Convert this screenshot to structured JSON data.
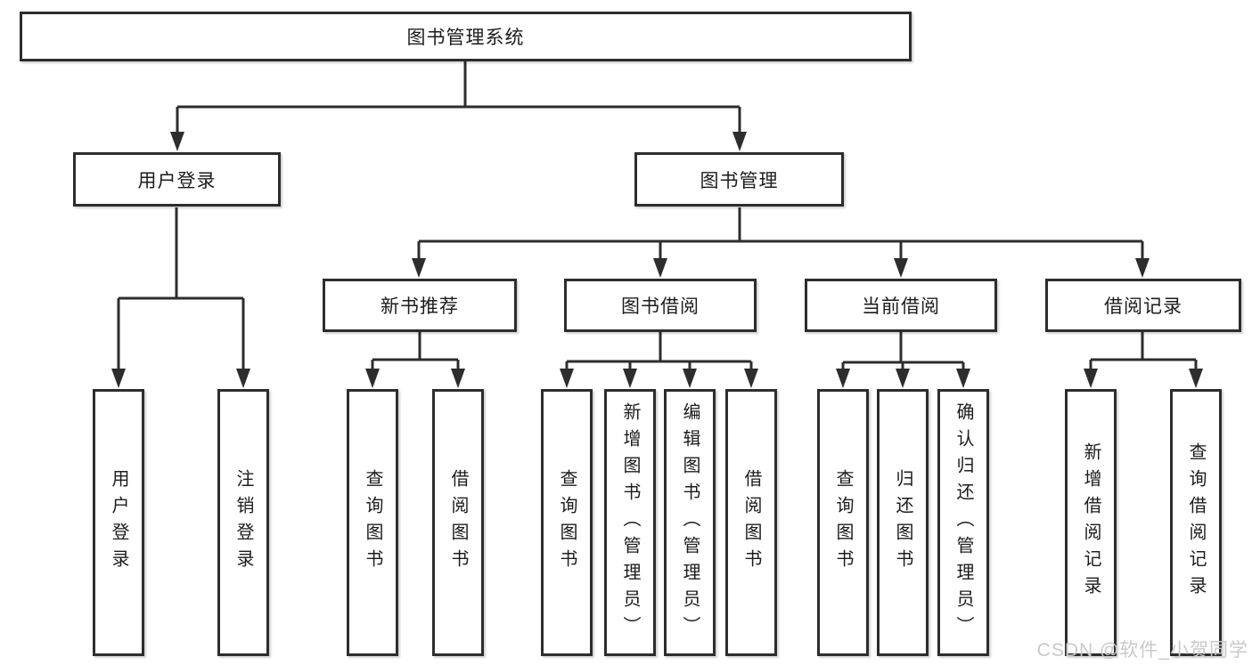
{
  "nodes": {
    "root": "图书管理系统",
    "user_login": "用户登录",
    "book_management": "图书管理",
    "new_book_recommend": "新书推荐",
    "book_borrowing": "图书借阅",
    "current_borrowing": "当前借阅",
    "borrowing_records": "借阅记录",
    "leaf_user_login": "用户登录",
    "leaf_logout": "注销登录",
    "leaf_rec_query_book": "查询图书",
    "leaf_rec_borrow_book": "借阅图书",
    "leaf_bb_query_book": "查询图书",
    "leaf_bb_add_book": "新增图书（管理员）",
    "leaf_bb_edit_book": "编辑图书（管理员）",
    "leaf_bb_borrow_book": "借阅图书",
    "leaf_cb_query_book": "查询图书",
    "leaf_cb_return_book": "归还图书",
    "leaf_cb_confirm_return": "确认归还（管理员）",
    "leaf_br_add_record": "新增借阅记录",
    "leaf_br_query_record": "查询借阅记录"
  },
  "watermark": "CSDN @软件_小贺同学",
  "colors": {
    "line": "#2d2d2d",
    "box_border": "#2d2d2d",
    "box_fill": "#ffffff",
    "text": "#1c1c1c",
    "watermark": "#c9c9c9",
    "background": "#ffffff"
  }
}
